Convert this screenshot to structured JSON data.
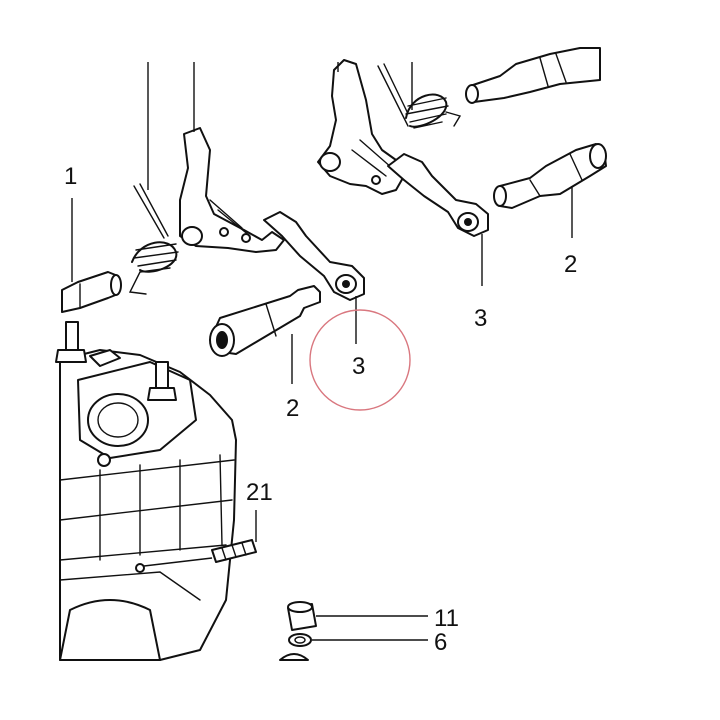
{
  "callouts": [
    {
      "id": "c1",
      "label": "1"
    },
    {
      "id": "c2a",
      "label": "2"
    },
    {
      "id": "c2b",
      "label": "2"
    },
    {
      "id": "c3a",
      "label": "3"
    },
    {
      "id": "c3b",
      "label": "3"
    },
    {
      "id": "c21",
      "label": "21"
    },
    {
      "id": "c11",
      "label": "11"
    },
    {
      "id": "c6",
      "label": "6"
    }
  ],
  "highlight": {
    "label": "3",
    "color": "#d9777f"
  },
  "colors": {
    "line": "#111111",
    "background": "#ffffff",
    "highlight_ring": "#d9777f"
  }
}
